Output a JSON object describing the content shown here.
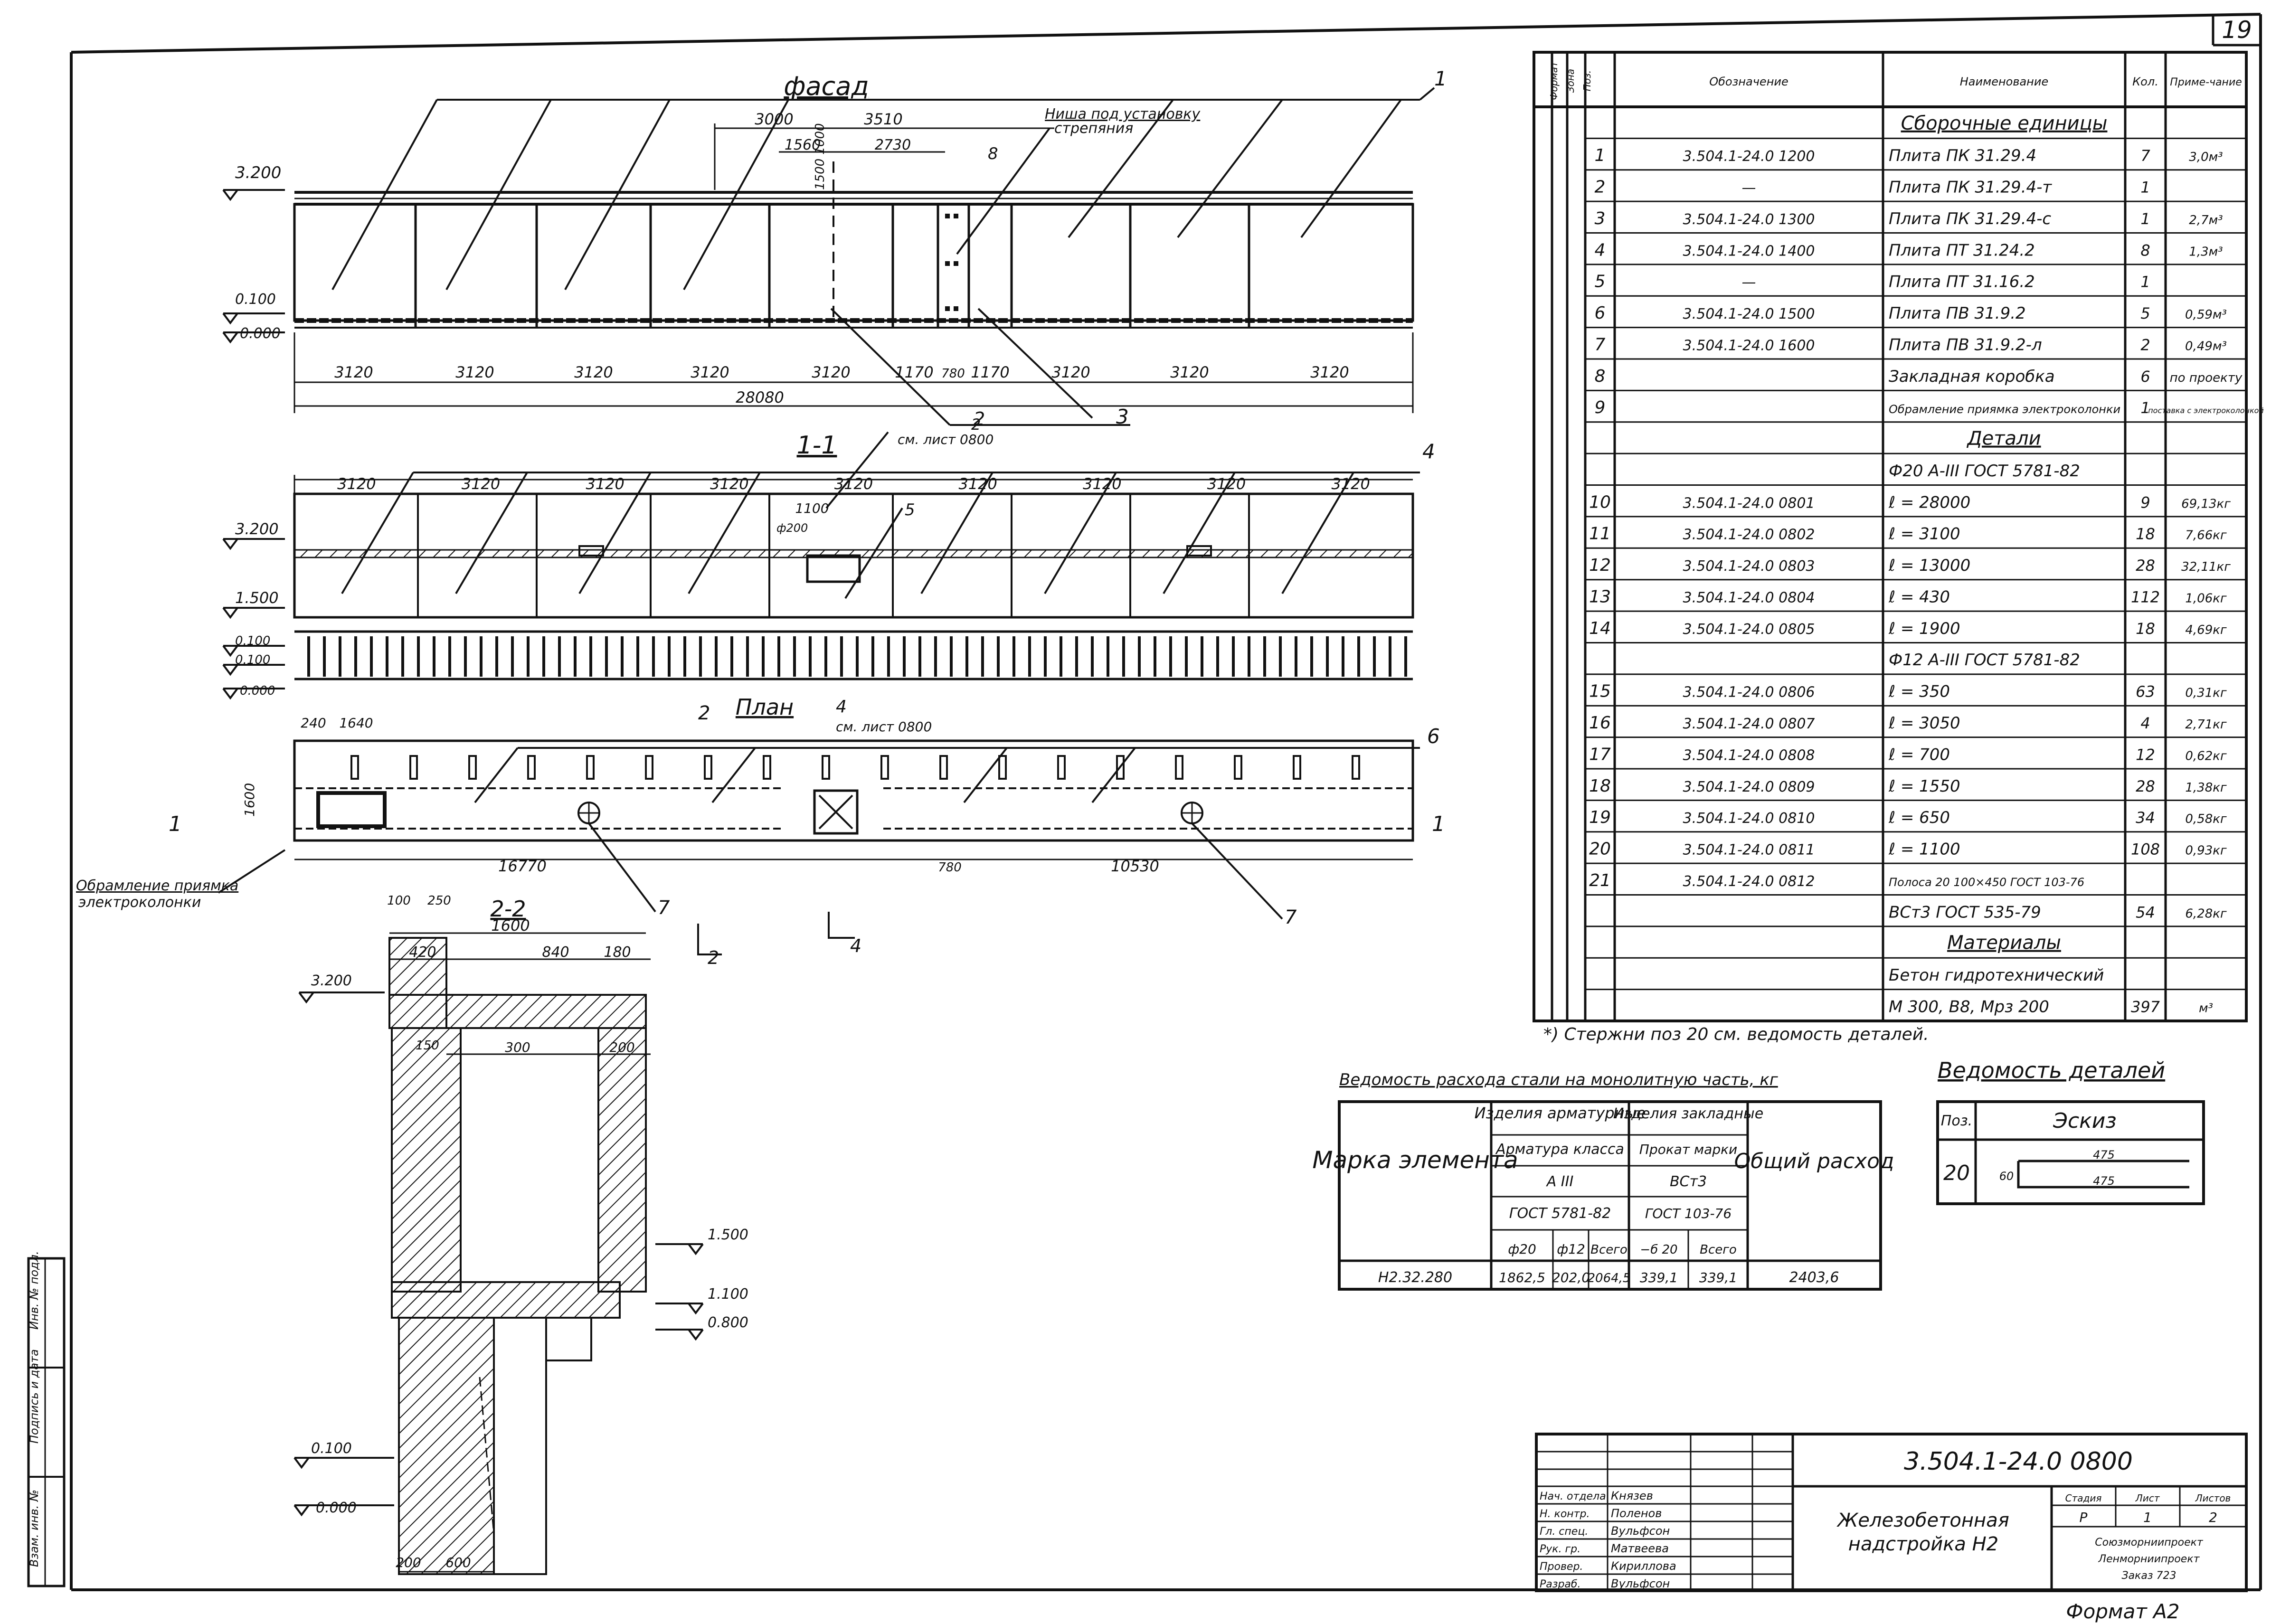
{
  "sheet": {
    "page_number": "19",
    "format": "Формат А2"
  },
  "facade": {
    "title": "фасад",
    "elev_top": "3.200",
    "elev_mid": "0.100",
    "elev_zero": "0.000",
    "dim_3000": "3000",
    "dim_3510": "3510",
    "dim_1560": "1560",
    "dim_2730": "2730",
    "dim_8": "8",
    "dim_vert": "1500 1000",
    "niche_label_1": "Ниша под установку",
    "niche_label_2": "стрепяния",
    "spans": [
      "3120",
      "3120",
      "3120",
      "3120",
      "3120",
      "1170",
      "780",
      "1170",
      "3120",
      "3120",
      "3120"
    ],
    "total": "28080",
    "callouts": [
      "1",
      "2",
      "3",
      "8"
    ]
  },
  "section_1_1": {
    "title": "1-1",
    "spans": [
      "3120",
      "3120",
      "3120",
      "3120",
      "3120",
      "3120",
      "3120",
      "3120",
      "3120"
    ],
    "elev_top": "3.200",
    "elev_mid": "1.500",
    "elev_a": "0.100",
    "elev_b": "0.100",
    "elev_zero": "0.000",
    "dim_1100": "1100",
    "dim_200": "ф200",
    "note_2": "2",
    "note_ref": "см. лист 0800",
    "callouts": [
      "4",
      "5"
    ]
  },
  "plan": {
    "title": "План",
    "dim_240": "240",
    "dim_1640": "1640",
    "dim_1600": "1600",
    "dim_16770": "16770",
    "dim_780": "780",
    "dim_10530": "10530",
    "mark_2": "2",
    "mark_4": "4",
    "ref": "см. лист 0800",
    "cut_1": "1",
    "callouts": [
      "6",
      "7",
      "7"
    ],
    "note_1": "Обрамление приямка",
    "note_2": "электроколонки"
  },
  "section_2_2": {
    "title": "2-2",
    "dim_100": "100",
    "dim_250": "250",
    "dim_1600": "1600",
    "dim_420": "420",
    "dim_840": "840",
    "dim_180": "180",
    "dim_300": "300",
    "dim_200": "200",
    "dim_600": "600",
    "dim_150": "150",
    "elev_3200": "3.200",
    "elev_1500": "1.500",
    "elev_1100": "1.100",
    "elev_0800": "0.800",
    "elev_0100": "0.100",
    "elev_0000": "0.000"
  },
  "spec": {
    "header": [
      "Формат",
      "Зона",
      "Поз.",
      "Обозначение",
      "Наименование",
      "Кол.",
      "Приме-чание"
    ],
    "rows": [
      {
        "pos": "",
        "des": "",
        "name": "Сборочные единицы",
        "qty": "",
        "note": "",
        "kind": "section"
      },
      {
        "pos": "1",
        "des": "3.504.1-24.0   1200",
        "name": "Плита ПК 31.29.4",
        "qty": "7",
        "note": "3,0м³"
      },
      {
        "pos": "2",
        "des": "—",
        "name": "Плита ПК 31.29.4-т",
        "qty": "1",
        "note": ""
      },
      {
        "pos": "3",
        "des": "3.504.1-24.0   1300",
        "name": "Плита ПК 31.29.4-с",
        "qty": "1",
        "note": "2,7м³"
      },
      {
        "pos": "4",
        "des": "3.504.1-24.0   1400",
        "name": "Плита ПТ 31.24.2",
        "qty": "8",
        "note": "1,3м³"
      },
      {
        "pos": "5",
        "des": "—",
        "name": "Плита ПТ 31.16.2",
        "qty": "1",
        "note": ""
      },
      {
        "pos": "6",
        "des": "3.504.1-24.0   1500",
        "name": "Плита ПВ 31.9.2",
        "qty": "5",
        "note": "0,59м³"
      },
      {
        "pos": "7",
        "des": "3.504.1-24.0   1600",
        "name": "Плита ПВ 31.9.2-л",
        "qty": "2",
        "note": "0,49м³"
      },
      {
        "pos": "8",
        "des": "",
        "name": "Закладная коробка",
        "qty": "6",
        "note": "по проекту"
      },
      {
        "pos": "9",
        "des": "",
        "name": "Обрамление приямка электроколонки",
        "qty": "1",
        "note": "поставка с электроколонкой"
      },
      {
        "pos": "",
        "des": "",
        "name": "Детали",
        "qty": "",
        "note": "",
        "kind": "section"
      },
      {
        "pos": "",
        "des": "",
        "name": "Ф20 А-III ГОСТ 5781-82",
        "qty": "",
        "note": "",
        "kind": "sub"
      },
      {
        "pos": "10",
        "des": "3.504.1-24.0   0801",
        "name": "ℓ = 28000",
        "qty": "9",
        "note": "69,13кг"
      },
      {
        "pos": "11",
        "des": "3.504.1-24.0   0802",
        "name": "ℓ = 3100",
        "qty": "18",
        "note": "7,66кг"
      },
      {
        "pos": "12",
        "des": "3.504.1-24.0   0803",
        "name": "ℓ = 13000",
        "qty": "28",
        "note": "32,11кг"
      },
      {
        "pos": "13",
        "des": "3.504.1-24.0   0804",
        "name": "ℓ = 430",
        "qty": "112",
        "note": "1,06кг"
      },
      {
        "pos": "14",
        "des": "3.504.1-24.0   0805",
        "name": "ℓ = 1900",
        "qty": "18",
        "note": "4,69кг"
      },
      {
        "pos": "",
        "des": "",
        "name": "Ф12 А-III ГОСТ 5781-82",
        "qty": "",
        "note": "",
        "kind": "sub"
      },
      {
        "pos": "15",
        "des": "3.504.1-24.0   0806",
        "name": "ℓ = 350",
        "qty": "63",
        "note": "0,31кг"
      },
      {
        "pos": "16",
        "des": "3.504.1-24.0   0807",
        "name": "ℓ = 3050",
        "qty": "4",
        "note": "2,71кг"
      },
      {
        "pos": "17",
        "des": "3.504.1-24.0   0808",
        "name": "ℓ = 700",
        "qty": "12",
        "note": "0,62кг"
      },
      {
        "pos": "18",
        "des": "3.504.1-24.0   0809",
        "name": "ℓ = 1550",
        "qty": "28",
        "note": "1,38кг"
      },
      {
        "pos": "19",
        "des": "3.504.1-24.0   0810",
        "name": "ℓ = 650",
        "qty": "34",
        "note": "0,58кг"
      },
      {
        "pos": "20",
        "des": "3.504.1-24.0   0811",
        "name": "ℓ = 1100",
        "qty": "108",
        "note": "0,93кг"
      },
      {
        "pos": "21",
        "des": "3.504.1-24.0   0812",
        "name": "Полоса 20 100×450 ГОСТ 103-76",
        "qty": "",
        "note": ""
      },
      {
        "pos": "",
        "des": "",
        "name": "ВСт3 ГОСТ 535-79",
        "qty": "54",
        "note": "6,28кг"
      },
      {
        "pos": "",
        "des": "",
        "name": "Материалы",
        "qty": "",
        "note": "",
        "kind": "section"
      },
      {
        "pos": "",
        "des": "",
        "name": "Бетон гидротехнический",
        "qty": "",
        "note": ""
      },
      {
        "pos": "",
        "des": "",
        "name": "М 300, В8, Мрз 200",
        "qty": "397",
        "note": "м³"
      }
    ],
    "footnote": "*) Стержни поз 20 см. ведомость деталей."
  },
  "steel": {
    "title": "Ведомость расхода стали на монолитную часть, кг",
    "mark_header": "Марка элемента",
    "group1": "Изделия арматурные",
    "group1_sub": "Арматура класса",
    "group1_class": "А III",
    "group1_gost": "ГОСТ 5781-82",
    "group2": "Изделия закладные",
    "group2_sub": "Прокат марки",
    "group2_class": "ВСт3",
    "group2_gost": "ГОСТ 103-76",
    "total_header": "Общий расход",
    "cols": [
      "ф20",
      "ф12",
      "Всего",
      "−б 20",
      "Всего"
    ],
    "row": {
      "mark": "Н2.32.280",
      "v1": "1862,5",
      "v2": "202,0",
      "v3": "2064,5",
      "v4": "339,1",
      "v5": "339,1",
      "total": "2403,6"
    }
  },
  "details": {
    "title": "Ведомость деталей",
    "pos_header": "Поз.",
    "sketch_header": "Эскиз",
    "pos": "20",
    "dim_a": "475",
    "dim_b": "475",
    "dim_c": "60"
  },
  "stamp": {
    "code": "3.504.1-24.0   0800",
    "name_1": "Железобетонная",
    "name_2": "надстройка Н2",
    "roles": [
      "Нач. отдела",
      "Н. контр.",
      "Гл. спец.",
      "Рук. гр.",
      "Провер.",
      "Разраб."
    ],
    "people": [
      "Князев",
      "Поленов",
      "Вульфсон",
      "Матвеева",
      "Кириллова",
      "Вульфсон"
    ],
    "stage_header": "Стадия",
    "sheet_header": "Лист",
    "sheets_header": "Листов",
    "stage": "Р",
    "sheet": "1",
    "sheets": "2",
    "org_1": "Союзморниипроект",
    "org_2": "Ленморниипроект",
    "org_3": "Заказ 723"
  },
  "side_stamp": [
    "Инв. № подл.",
    "Подпись и дата",
    "Взам. инв. №"
  ]
}
